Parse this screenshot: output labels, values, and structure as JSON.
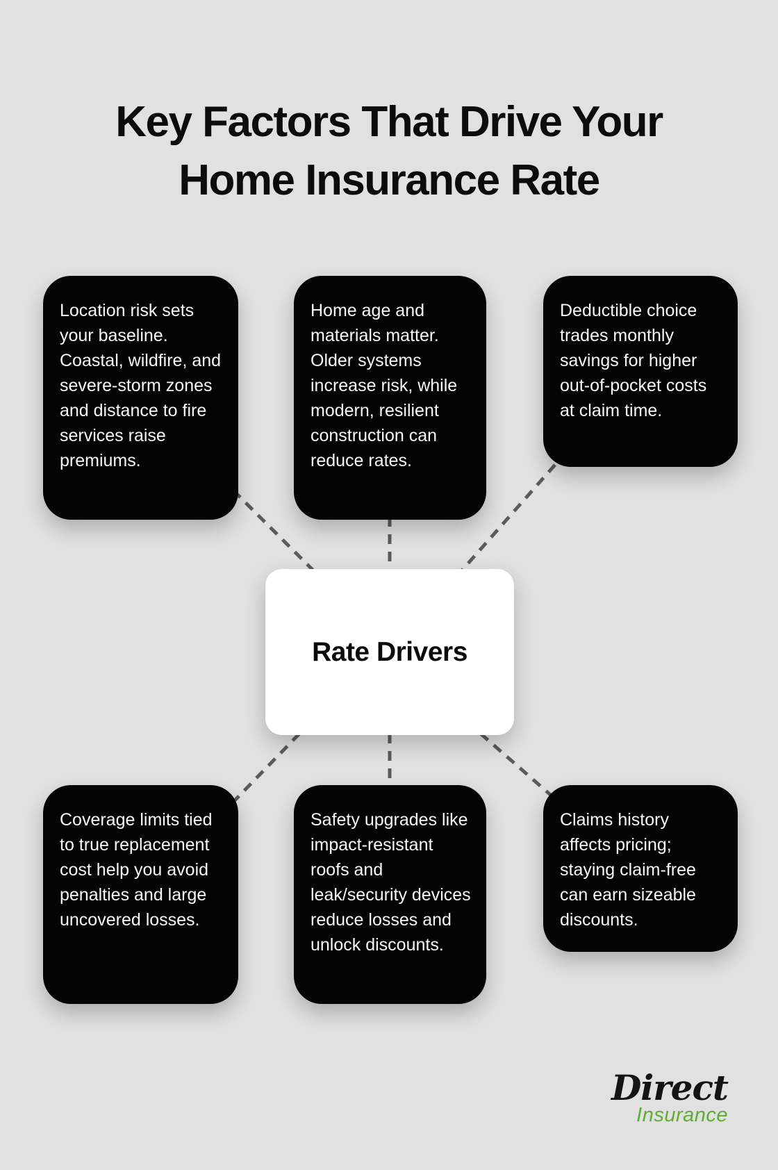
{
  "title": {
    "line1": "Key Factors That Drive Your",
    "line2": "Home Insurance Rate"
  },
  "center": {
    "label": "Rate Drivers"
  },
  "factors": [
    {
      "id": "location-risk",
      "text": "Location risk sets your baseline. Coastal, wildfire, and severe-storm zones and distance to fire services raise premiums."
    },
    {
      "id": "home-age",
      "text": "Home age and materials matter. Older systems increase risk, while modern, resilient construction can reduce rates."
    },
    {
      "id": "deductible",
      "text": "Deductible choice trades monthly savings for higher out-of-pocket costs at claim time."
    },
    {
      "id": "coverage-limits",
      "text": "Coverage limits tied to true replacement cost help you avoid penalties and large uncovered losses."
    },
    {
      "id": "safety-upgrades",
      "text": "Safety upgrades like impact-resistant roofs and leak/security devices reduce losses and unlock discounts."
    },
    {
      "id": "claims-history",
      "text": "Claims history affects pricing; staying claim-free can earn sizeable discounts."
    }
  ],
  "logo": {
    "primary": "Direct",
    "secondary": "Insurance"
  },
  "colors": {
    "background": "#e0e1e0",
    "factor_box": "#040404",
    "factor_text": "#f7f7f7",
    "center_box": "#ffffff",
    "center_text": "#0a0a0a",
    "connector": "#5b5b5b",
    "title": "#0c0c0c",
    "logo_primary": "#141414",
    "logo_secondary": "#5fae33"
  }
}
